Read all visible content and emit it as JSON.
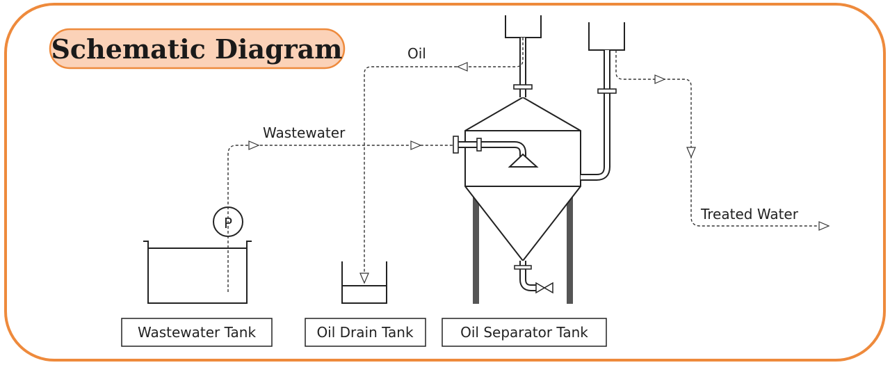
{
  "title": "Schematic Diagram",
  "flows": {
    "oil": "Oil",
    "wastewater": "Wastewater",
    "treated_water": "Treated Water"
  },
  "pump_symbol": "P",
  "tanks": {
    "wastewater_tank": "Wastewater Tank",
    "oil_drain_tank": "Oil Drain Tank",
    "oil_separator_tank": "Oil Separator Tank"
  },
  "colors": {
    "frame_border": "#ee8a3c",
    "title_fill": "#fbd2b8",
    "line": "#222222",
    "leg": "#555555"
  }
}
